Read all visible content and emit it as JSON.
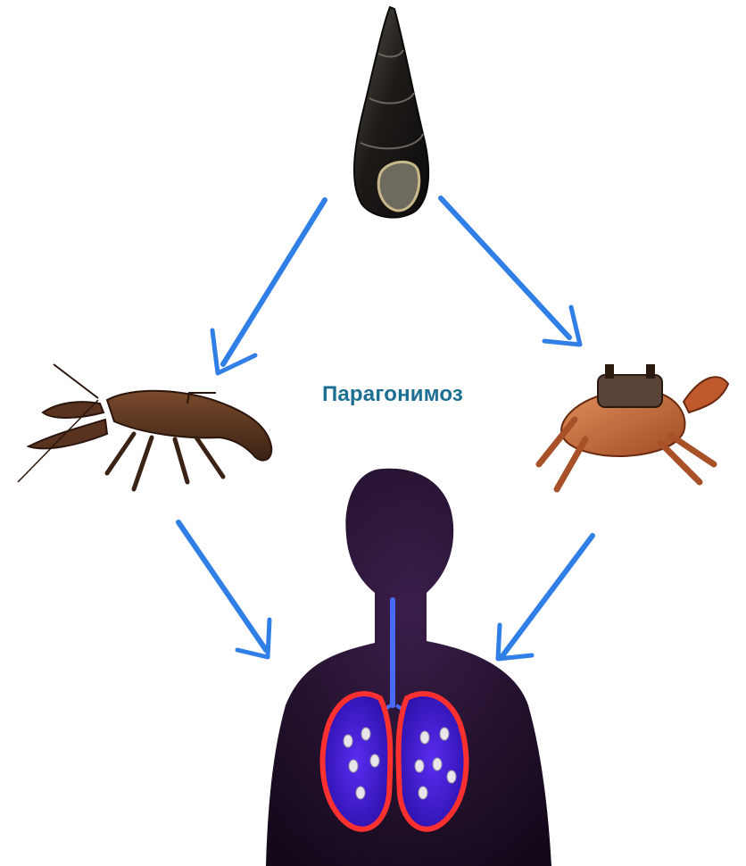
{
  "title": "Парагонимоз",
  "colors": {
    "title": "#1c6f93",
    "arrow": "#2f7fe6",
    "background": "#ffffff",
    "lung_outline": "#ff3030",
    "lung_fill": "#3a1bd6",
    "body": "#23112a"
  },
  "nodes": [
    {
      "id": "snail",
      "icon": "snail-illustration"
    },
    {
      "id": "crayfish",
      "icon": "crayfish-illustration"
    },
    {
      "id": "crab",
      "icon": "crab-illustration"
    },
    {
      "id": "human",
      "icon": "human-lungs-illustration"
    }
  ],
  "edges": [
    {
      "from": "snail",
      "to": "crayfish"
    },
    {
      "from": "snail",
      "to": "crab"
    },
    {
      "from": "crayfish",
      "to": "human"
    },
    {
      "from": "crab",
      "to": "human"
    }
  ]
}
